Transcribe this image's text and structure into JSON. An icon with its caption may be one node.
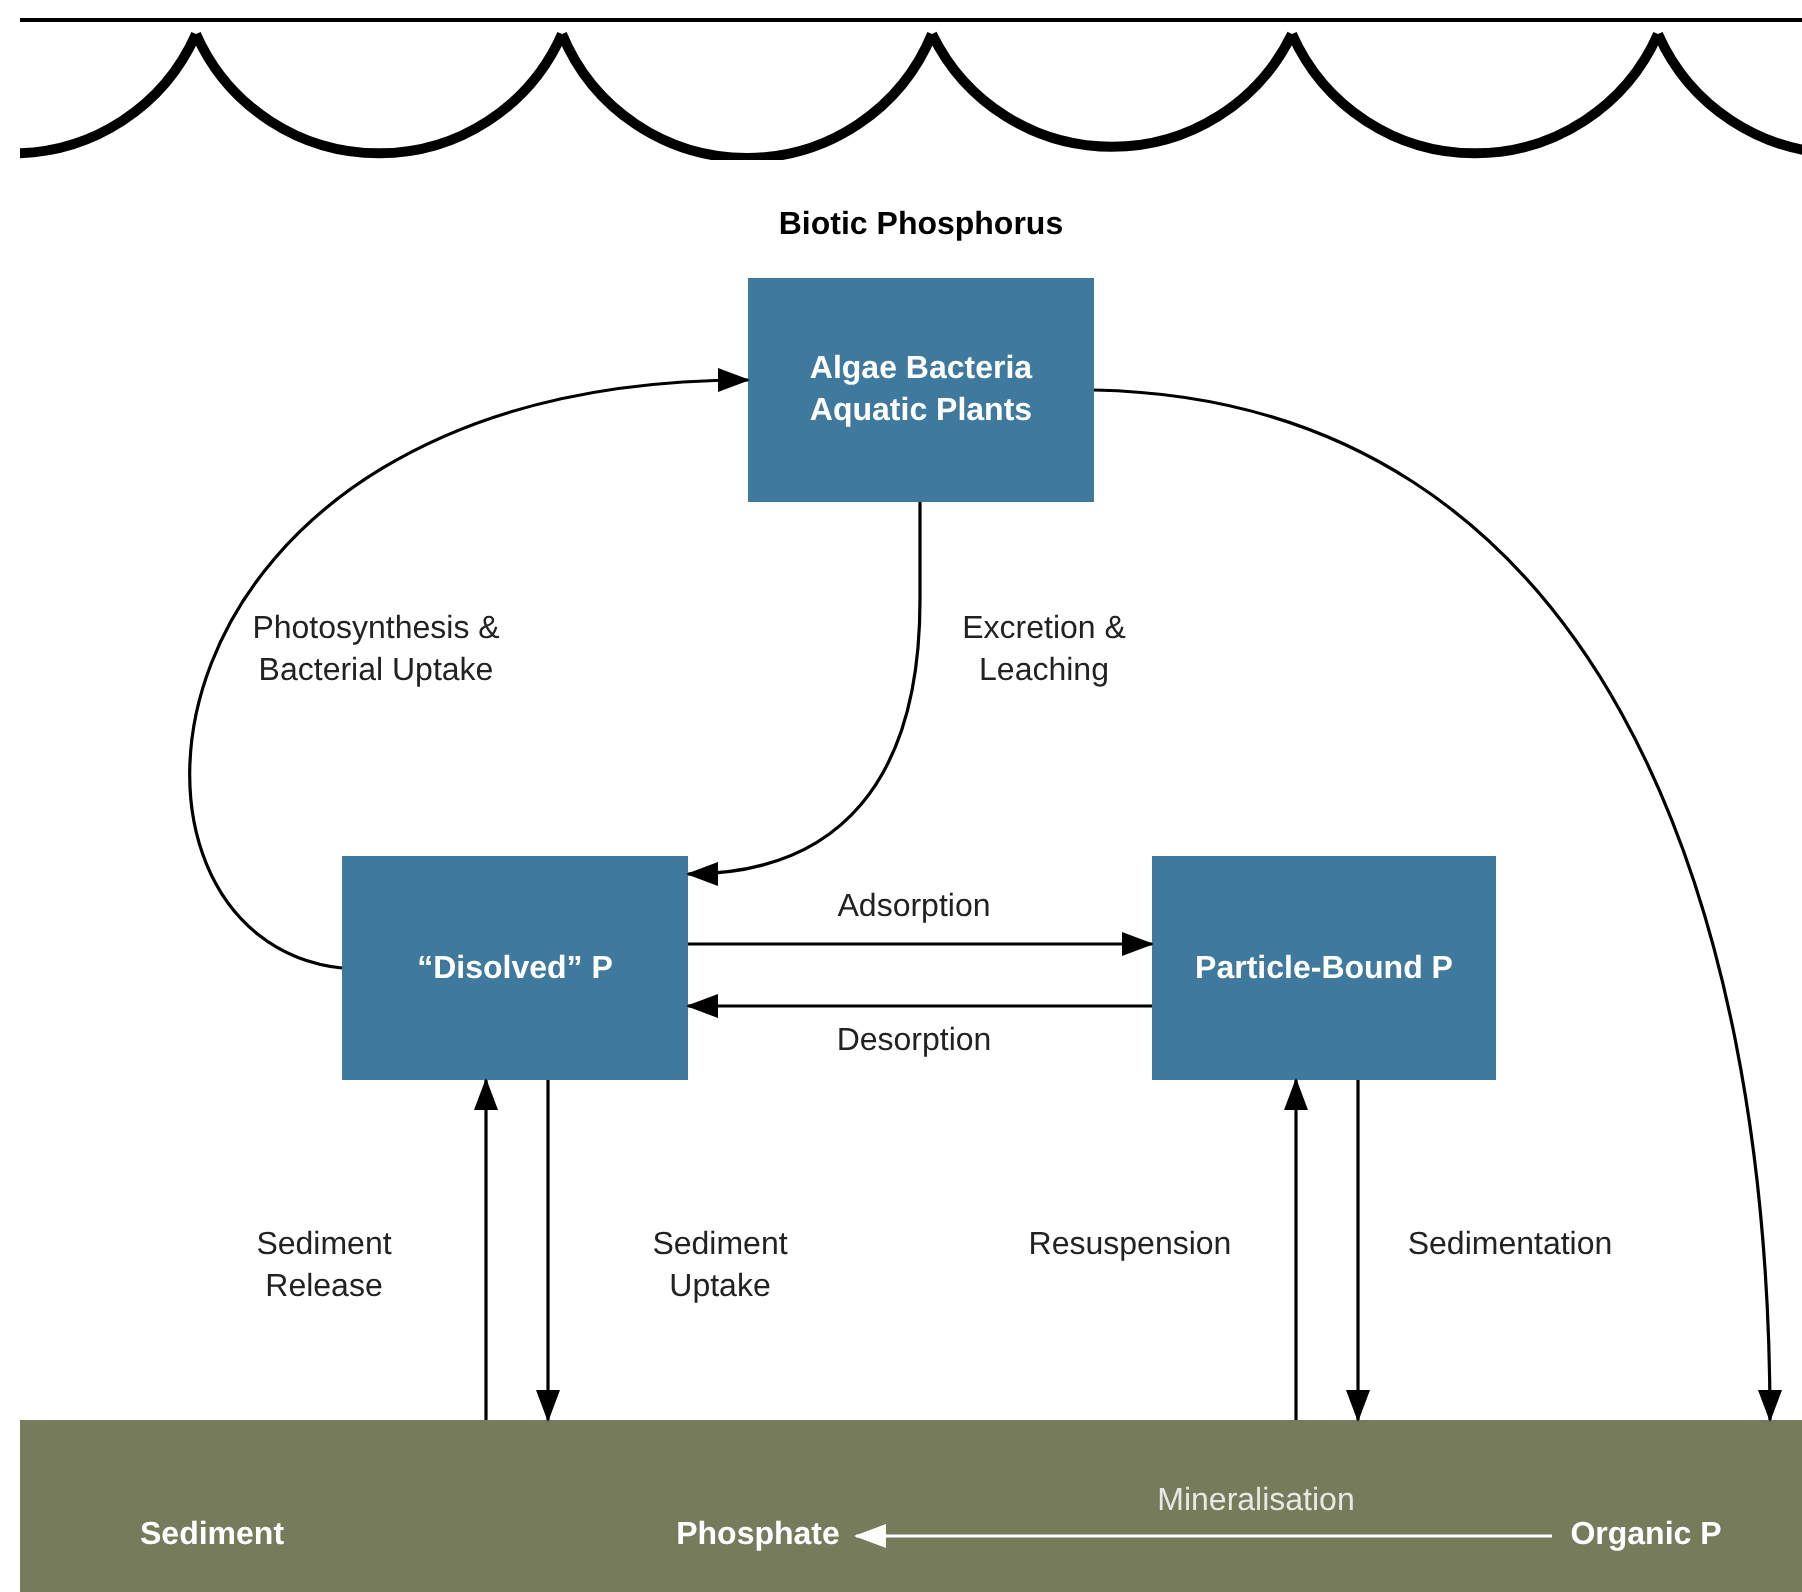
{
  "diagram": {
    "nodes": [
      {
        "text": [
          "Biotic Phosphorus",
          "Algae Bacteria Aquatic Plants"
        ]
      },
      {
        "text": [
          "“Disolved” P"
        ]
      },
      {
        "text": [
          "Particle-Bound P"
        ]
      },
      {
        "text": [
          "Sediment"
        ]
      },
      {
        "text": [
          "Phosphate"
        ],
        "in": 3
      },
      {
        "text": [
          "Organic P"
        ],
        "in": 3
      }
    ],
    "edges": [
      {
        "from": 1,
        "to": 0,
        "arrow": "to",
        "label": "Photosynthesis & Bacterial Uptake"
      },
      {
        "from": 0,
        "to": 1,
        "arrow": "to",
        "label": "Excretion & Leaching"
      },
      {
        "from": 1,
        "to": 2,
        "arrow": "to",
        "label": "Adsorption"
      },
      {
        "from": 2,
        "to": 1,
        "arrow": "to",
        "label": "Desorption"
      },
      {
        "from": 3,
        "to": 1,
        "arrow": "to",
        "label": "Sediment Release"
      },
      {
        "from": 1,
        "to": 3,
        "arrow": "to",
        "label": "Sediment Uptake"
      },
      {
        "from": 3,
        "to": 2,
        "arrow": "to",
        "label": "Resuspension"
      },
      {
        "from": 2,
        "to": 3,
        "arrow": "to",
        "label": "Sedimentation"
      },
      {
        "from": 0,
        "to": 3,
        "arrow": "to"
      },
      {
        "from": 5,
        "to": 4,
        "arrow": "to",
        "label": "Mineralisation",
        "color": "#ffffff"
      }
    ]
  }
}
